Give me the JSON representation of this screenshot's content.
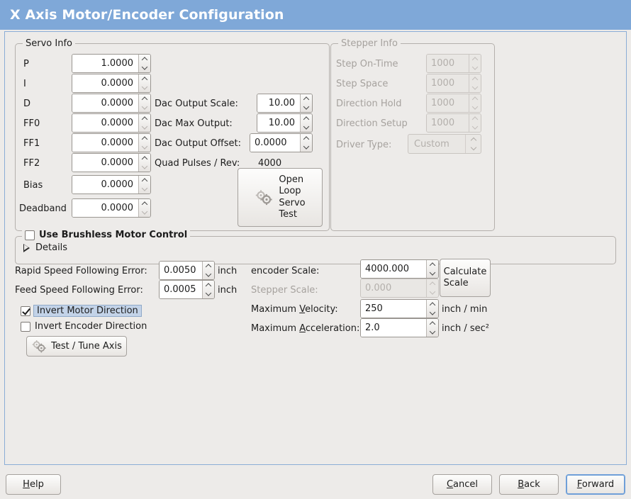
{
  "window": {
    "title": "X Axis Motor/Encoder Configuration"
  },
  "servo_info": {
    "legend": "Servo Info",
    "fields": [
      {
        "label": "P",
        "value": "1.0000"
      },
      {
        "label": "I",
        "value": "0.0000"
      },
      {
        "label": "D",
        "value": "0.0000"
      },
      {
        "label": "FF0",
        "value": "0.0000"
      },
      {
        "label": "FF1",
        "value": "0.0000"
      },
      {
        "label": "FF2",
        "value": "0.0000"
      },
      {
        "label": "Bias",
        "value": "0.0000"
      },
      {
        "label": "Deadband",
        "value": "0.0000"
      }
    ],
    "dac": [
      {
        "label": "Dac Output Scale:",
        "value": "10.00"
      },
      {
        "label": "Dac Max Output:",
        "value": "10.00"
      },
      {
        "label": "Dac Output Offset:",
        "value": "0.0000"
      }
    ],
    "quad_pulses_label": "Quad Pulses / Rev:",
    "quad_pulses_value": "4000",
    "open_loop_button": {
      "line1": "Open",
      "line2": "Loop",
      "line3": "Servo",
      "line4": "Test",
      "icon": "gears-icon"
    }
  },
  "stepper_info": {
    "legend": "Stepper Info",
    "enabled": false,
    "fields": [
      {
        "label": "Step On-Time",
        "value": "1000"
      },
      {
        "label": "Step Space",
        "value": "1000"
      },
      {
        "label": "Direction Hold",
        "value": "1000"
      },
      {
        "label": "Direction Setup",
        "value": "1000"
      }
    ],
    "driver_type_label": "Driver Type:",
    "driver_type_value": "Custom"
  },
  "brushless": {
    "checkbox_label": "Use Brushless Motor Control",
    "checked": false,
    "details_label": "Details",
    "details_expanded": false
  },
  "errors": {
    "rapid_label": "Rapid Speed Following Error:",
    "rapid_value": "0.0050",
    "rapid_unit": "inch",
    "feed_label": "Feed Speed Following Error:",
    "feed_value": "0.0005",
    "feed_unit": "inch"
  },
  "inverts": {
    "motor_label": "Invert Motor Direction",
    "motor_checked": true,
    "encoder_label": "Invert Encoder Direction",
    "encoder_checked": false
  },
  "test_tune_button": {
    "label": "Test / Tune Axis",
    "icon": "gears-icon"
  },
  "scales": {
    "encoder_label": "encoder Scale:",
    "encoder_value": "4000.000",
    "stepper_label": "Stepper Scale:",
    "stepper_value": "0.000",
    "stepper_enabled": false,
    "calculate_button": {
      "line1": "Calculate",
      "line2": "Scale"
    },
    "max_velocity_label_pre": "Maximum ",
    "max_velocity_label_mnemonic": "V",
    "max_velocity_label_post": "elocity:",
    "max_velocity_value": "250",
    "max_velocity_unit": "inch / min",
    "max_accel_label_pre": "Maximum ",
    "max_accel_label_mnemonic": "A",
    "max_accel_label_post": "cceleration:",
    "max_accel_value": "2.0",
    "max_accel_unit": "inch / sec²"
  },
  "footer": {
    "help_mnemonic": "H",
    "help_rest": "elp",
    "cancel_mnemonic": "C",
    "cancel_rest": "ancel",
    "back_mnemonic": "B",
    "back_rest": "ack",
    "forward_mnemonic": "F",
    "forward_rest": "orward",
    "focused": "forward"
  },
  "colors": {
    "titlebar": "#7fa8d8",
    "window_bg": "#edebe9",
    "panel_border": "#8badd6",
    "focus_highlight": "#c3d3e8",
    "disabled_text": "#a6a29e"
  }
}
